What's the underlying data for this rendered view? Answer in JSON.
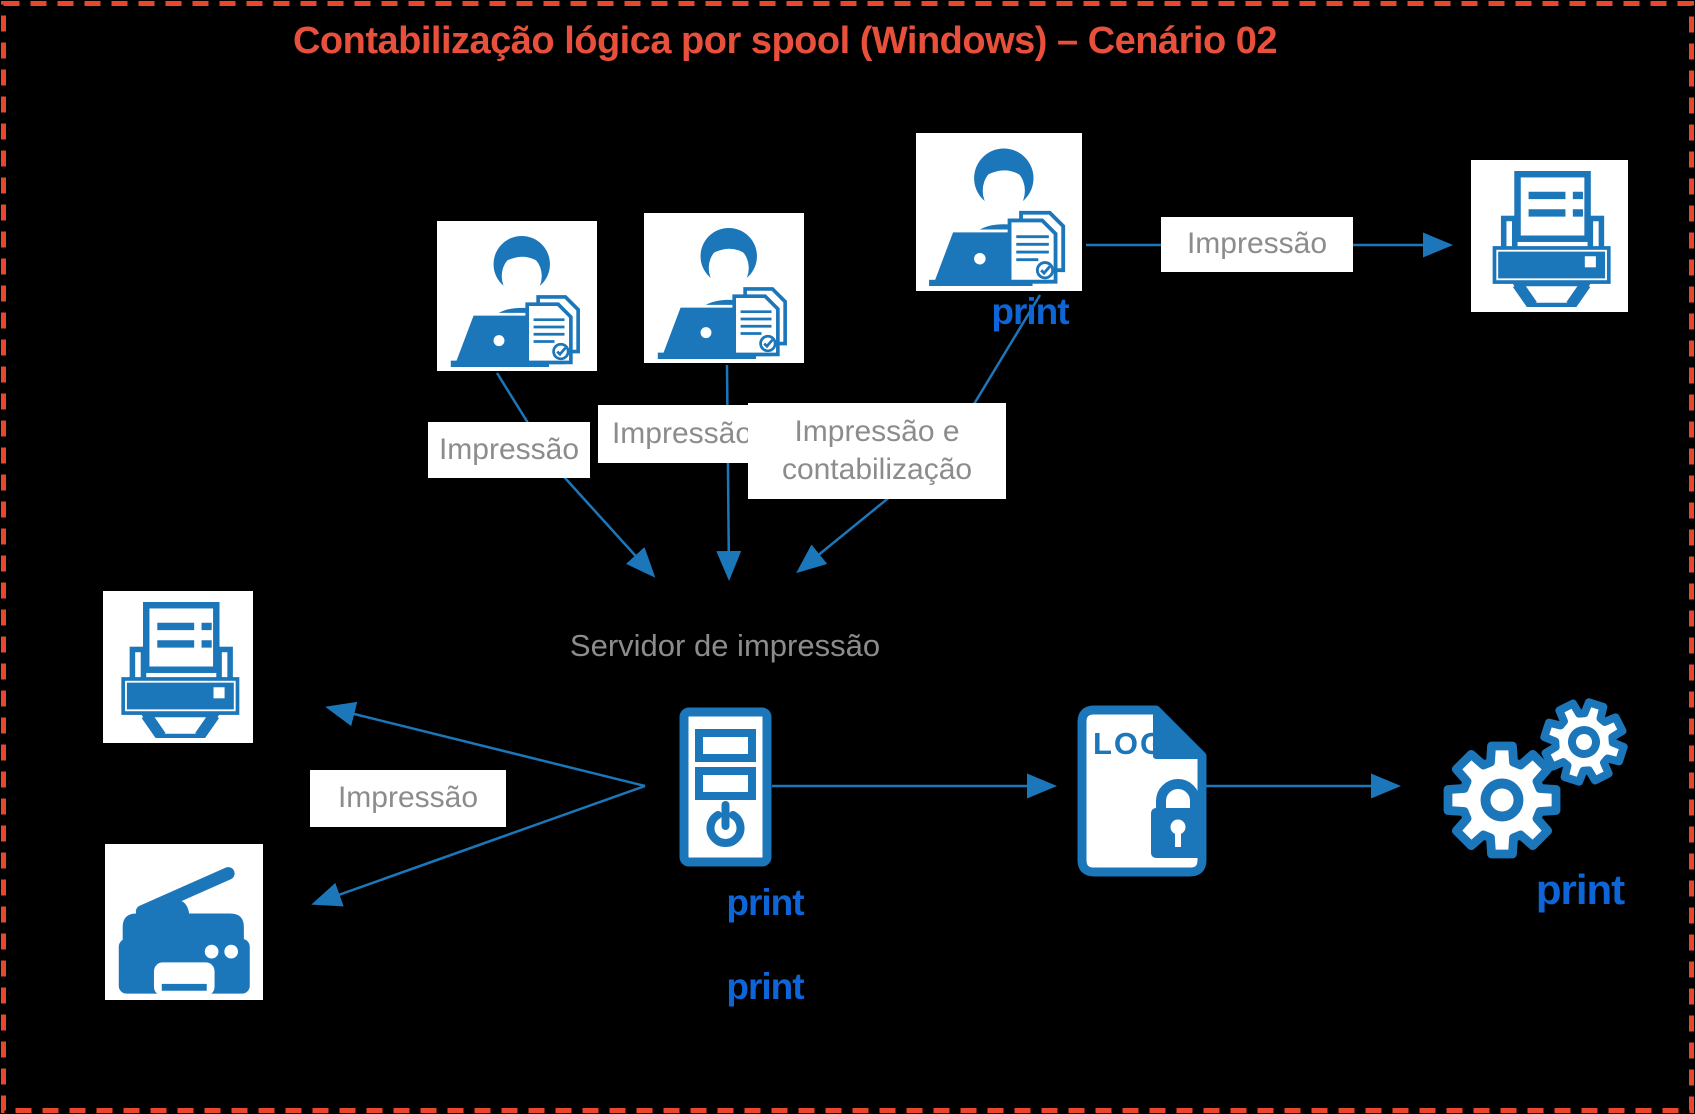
{
  "title": "Contabilização lógica por spool (Windows) – Cenário 02",
  "colors": {
    "background": "#000000",
    "border_red": "#e8472e",
    "title_red": "#e8503c",
    "icon_blue": "#1c76ba",
    "logo_blue": "#0d65d8",
    "label_gray": "#8c8c8c",
    "node_background": "#ffffff"
  },
  "labels": {
    "flow_top": "Impressão",
    "flow_user1": "Impressão",
    "flow_user2": "Impressão",
    "flow_user3": "Impressão e contabilização",
    "server_caption": "Servidor de impressão",
    "flow_left": "Impressão"
  },
  "logos": {
    "user3_print": "print",
    "server_print_1": "print",
    "server_print_2": "print",
    "gears_print": "print"
  },
  "log_file": {
    "text": "LOG"
  },
  "icons": {
    "user1": "user-laptop-document-icon",
    "user2": "user-laptop-document-icon",
    "user3": "user-laptop-document-icon",
    "printer_top": "printer-icon",
    "printer_left": "printer-icon",
    "mfp_left": "multifunction-printer-icon",
    "server": "server-tower-icon",
    "log": "log-file-lock-icon",
    "gears": "gears-icon"
  },
  "connections": [
    {
      "from": "user-3",
      "to": "printer-top",
      "label": "Impressão"
    },
    {
      "from": "user-1",
      "to": "print-server",
      "label": "Impressão"
    },
    {
      "from": "user-2",
      "to": "print-server",
      "label": "Impressão"
    },
    {
      "from": "user-3",
      "to": "print-server",
      "label": "Impressão e contabilização"
    },
    {
      "from": "print-server",
      "to": "printer-left",
      "label": "Impressão"
    },
    {
      "from": "print-server",
      "to": "multifunction-printer-left",
      "label": "Impressão"
    },
    {
      "from": "print-server",
      "to": "log-file",
      "label": ""
    },
    {
      "from": "log-file",
      "to": "processing-gears",
      "label": ""
    }
  ]
}
